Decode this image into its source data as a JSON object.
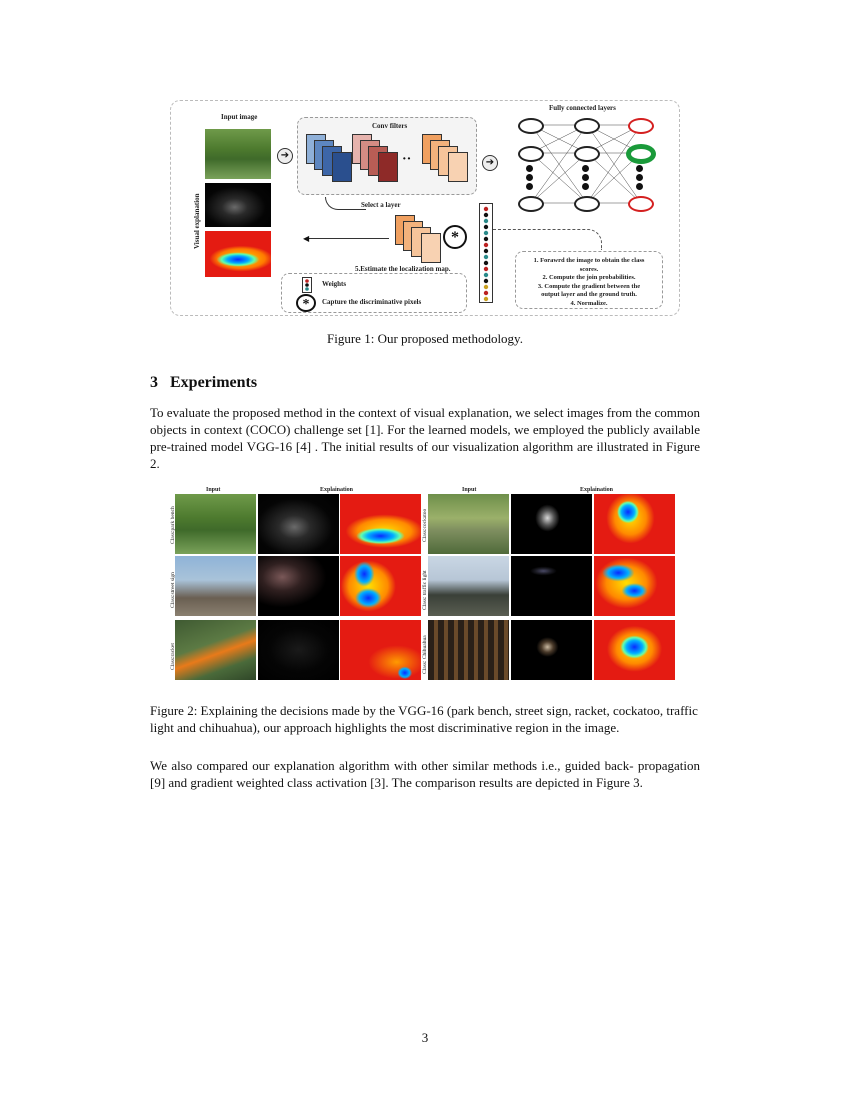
{
  "figure1": {
    "input_label": "Input image",
    "visual_label": "Visual explanation",
    "conv_label": "Conv filters",
    "fc_label": "Fully connected layers",
    "select_label": "Select a  layer",
    "estimate_label": "5.Estimate the localization map.",
    "weights_label": "Weights",
    "capture_label": "Capture the discriminative pixels",
    "steps": [
      "1. Forawrd the image to obtain the class",
      "scores.",
      "2. Compute the join probabilities.",
      "3. Compute the gradient between the",
      "output layer and the ground truth.",
      "4. Normalize."
    ],
    "caption": "Figure 1: Our proposed methodology."
  },
  "section": {
    "number": "3",
    "title": "Experiments",
    "para1": "To evaluate the proposed method in the context of visual explanation, we select images from the common objects in context (COCO) challenge set [1]. For the learned models, we employed the publicly available pre-trained model VGG-16 [4] . The initial results of our visualization algorithm are illustrated in Figure 2.",
    "para2": "We also compared our explanation algorithm with other similar methods i.e., guided back- propagation [9] and gradient weighted class activation [3]. The comparison results are depicted in Figure 3."
  },
  "figure2": {
    "left_input": "Input",
    "left_expl": "Explaination",
    "right_input": "Input",
    "right_expl": "Explaination",
    "left_rows": [
      "Class:park bench",
      "Class:street sign",
      "Class:racket"
    ],
    "right_rows": [
      "Class:cockatoo",
      "Class: traffic light",
      "Class: Chihuahua"
    ],
    "caption": "Figure 2: Explaining the decisions made by the VGG-16 (park bench, street sign, racket, cockatoo, traffic light and chihuahua), our approach highlights the most discriminative region in the image."
  },
  "page_number": "3"
}
